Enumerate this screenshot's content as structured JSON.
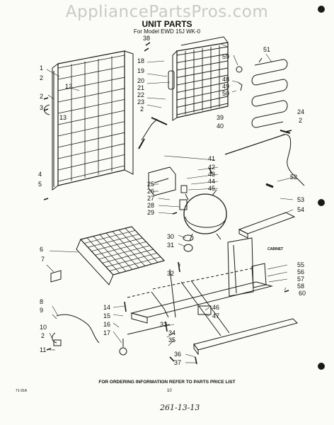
{
  "header": {
    "watermark": "AppliancePartsPros.com",
    "title": "UNIT PARTS",
    "subtitle": "For Model EWD 15J WK-0"
  },
  "callouts": [
    "1",
    "2",
    "12",
    "13",
    "2",
    "3",
    "4",
    "5",
    "38",
    "18",
    "19",
    "20",
    "21",
    "22",
    "23",
    "2",
    "59",
    "51",
    "48",
    "49",
    "50",
    "24",
    "2",
    "39",
    "40",
    "41",
    "42",
    "43",
    "44",
    "45",
    "52",
    "53",
    "54",
    "25",
    "26",
    "27",
    "28",
    "29",
    "30",
    "31",
    "6",
    "7",
    "32",
    "55",
    "56",
    "57",
    "58",
    "60",
    "8",
    "9",
    "10",
    "2",
    "11",
    "14",
    "15",
    "16",
    "17",
    "33",
    "34",
    "35",
    "36",
    "37",
    "46",
    "47"
  ],
  "labels": {
    "cabinet": "CABINET"
  },
  "footer": {
    "ordering_note": "FOR ORDERING INFORMATION REFER TO PARTS PRICE LIST",
    "code": "71-91A",
    "page_number": "10",
    "handwritten": "261-13-13"
  }
}
